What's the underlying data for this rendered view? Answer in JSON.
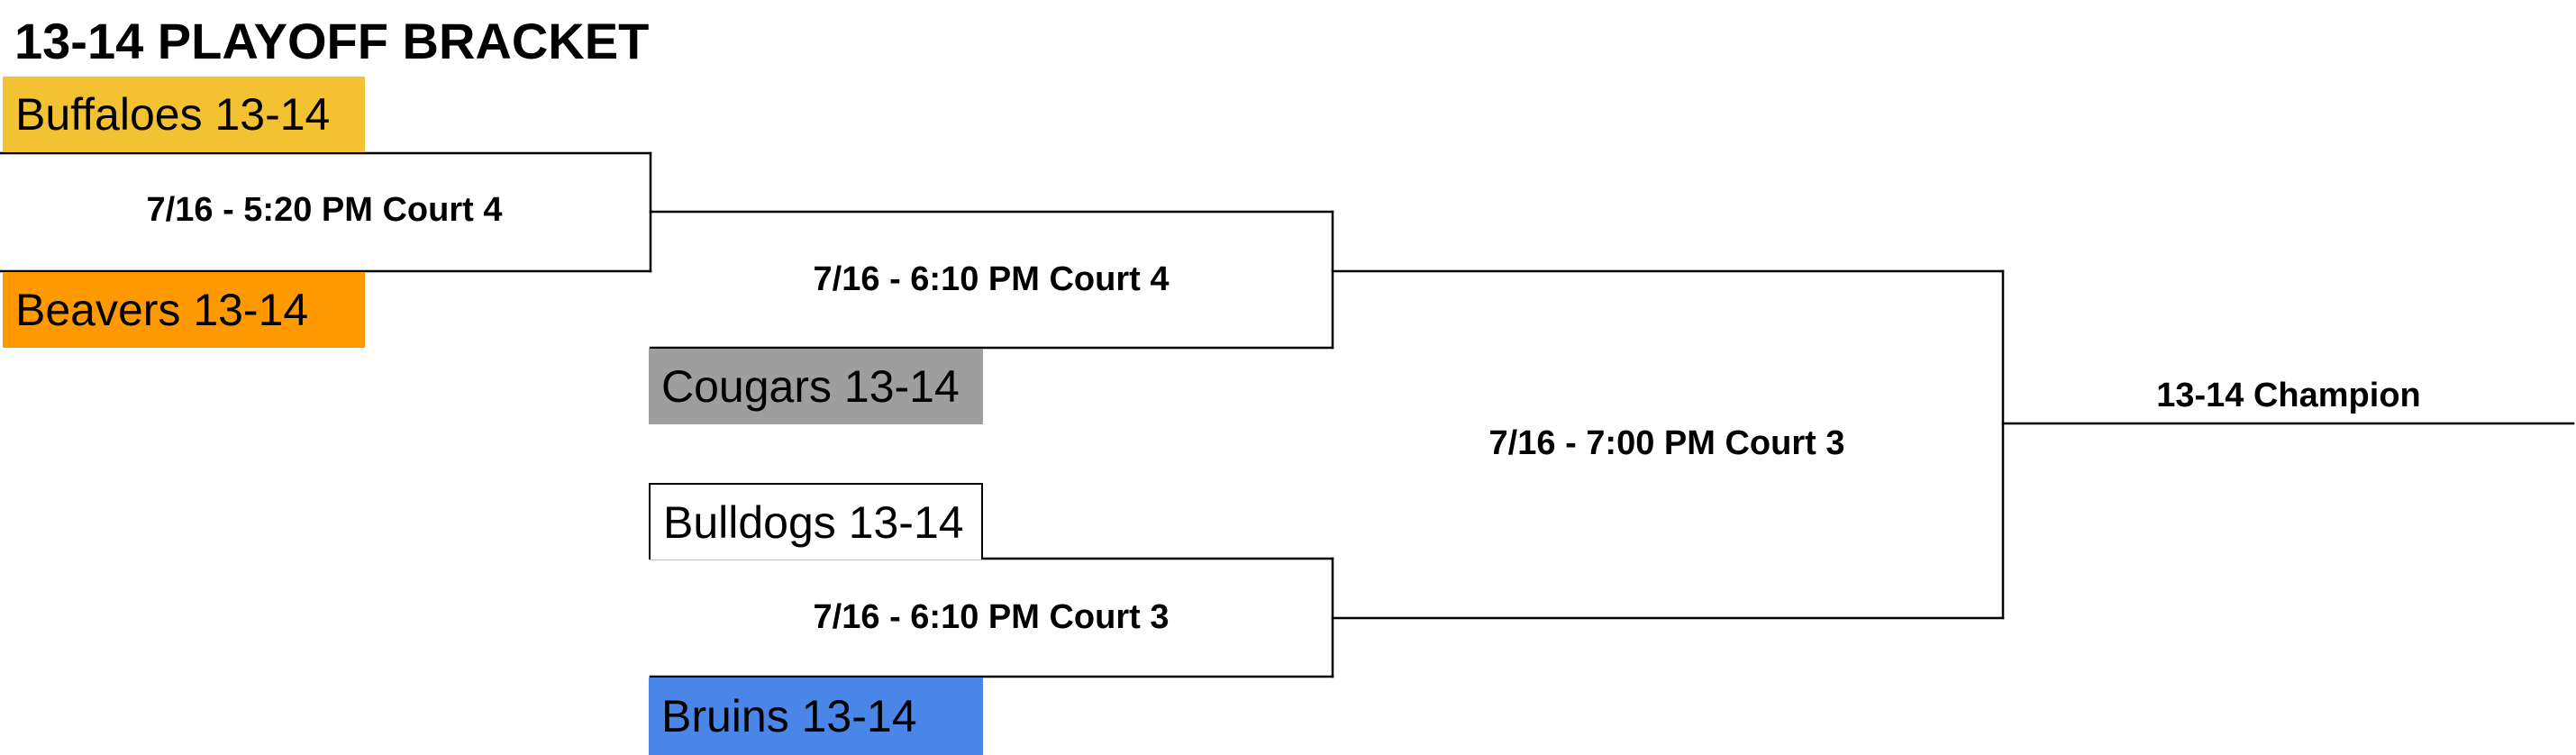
{
  "title": "13-14 PLAYOFF BRACKET",
  "colors": {
    "buffaloes": "#F2C232",
    "beavers": "#FF9900",
    "cougars": "#9E9E9E",
    "bulldogs": "#FFFFFF",
    "bruins": "#4A86E8",
    "line": "#000000"
  },
  "teams": {
    "buffaloes": "Buffaloes 13-14",
    "beavers": "Beavers 13-14",
    "cougars": "Cougars 13-14",
    "bulldogs": "Bulldogs 13-14",
    "bruins": "Bruins 13-14"
  },
  "games": {
    "round1": "7/16 - 5:20 PM Court 4",
    "semi_top": "7/16 - 6:10 PM Court 4",
    "semi_bottom": "7/16 - 6:10 PM Court 3",
    "final": "7/16 - 7:00 PM Court 3"
  },
  "champion_label": "13-14 Champion"
}
